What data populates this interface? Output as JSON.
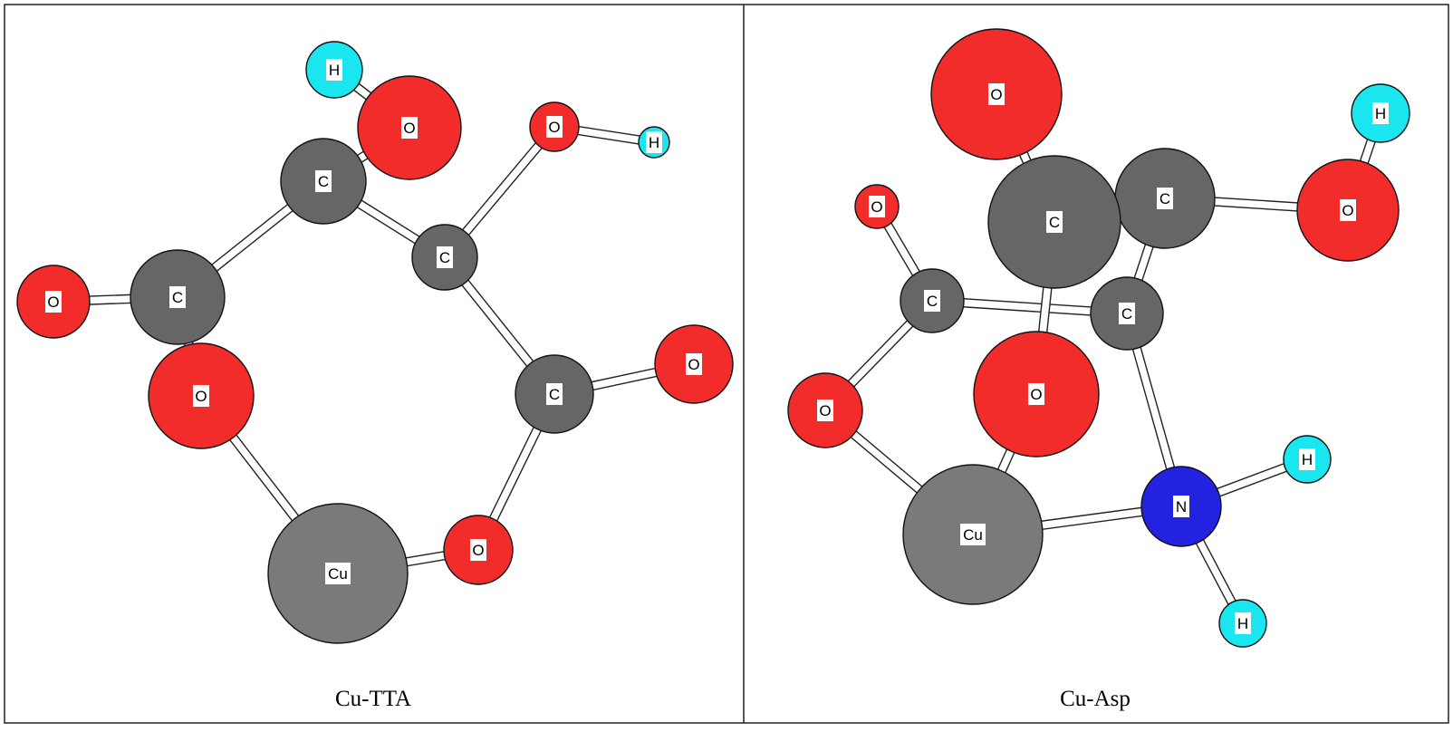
{
  "colors": {
    "O": "#f22b2b",
    "C": "#666666",
    "Cu": "#7a7a7a",
    "H": "#1ae6f0",
    "N": "#2222e0",
    "bond_fill": "#ffffff",
    "bond_stroke": "#222222",
    "frame": "#222222"
  },
  "panels": [
    {
      "id": "cu-tta",
      "caption": "Cu-TTA",
      "atoms": [
        {
          "id": "H1",
          "element": "H",
          "label": "H"
        },
        {
          "id": "O1",
          "element": "O",
          "label": "O"
        },
        {
          "id": "C1",
          "element": "C",
          "label": "C"
        },
        {
          "id": "O2",
          "element": "O",
          "label": "O"
        },
        {
          "id": "H2",
          "element": "H",
          "label": "H"
        },
        {
          "id": "C2",
          "element": "C",
          "label": "C"
        },
        {
          "id": "O3",
          "element": "O",
          "label": "O"
        },
        {
          "id": "C3",
          "element": "C",
          "label": "C"
        },
        {
          "id": "O4",
          "element": "O",
          "label": "O"
        },
        {
          "id": "C4",
          "element": "C",
          "label": "C"
        },
        {
          "id": "O5",
          "element": "O",
          "label": "O"
        },
        {
          "id": "Cu1",
          "element": "Cu",
          "label": "Cu"
        },
        {
          "id": "O6",
          "element": "O",
          "label": "O"
        }
      ],
      "bonds": [
        [
          "H1",
          "O1"
        ],
        [
          "O1",
          "C1"
        ],
        [
          "C1",
          "C3"
        ],
        [
          "C1",
          "C2"
        ],
        [
          "C2",
          "O2"
        ],
        [
          "O2",
          "H2"
        ],
        [
          "C2",
          "C4"
        ],
        [
          "C3",
          "O3"
        ],
        [
          "C3",
          "O4"
        ],
        [
          "C4",
          "O5"
        ],
        [
          "C4",
          "O6"
        ],
        [
          "O4",
          "Cu1"
        ],
        [
          "Cu1",
          "O6"
        ]
      ]
    },
    {
      "id": "cu-asp",
      "caption": "Cu-Asp",
      "atoms": [
        {
          "id": "O1",
          "element": "O",
          "label": "O"
        },
        {
          "id": "H1",
          "element": "H",
          "label": "H"
        },
        {
          "id": "O2",
          "element": "O",
          "label": "O"
        },
        {
          "id": "C1",
          "element": "C",
          "label": "C"
        },
        {
          "id": "C2",
          "element": "C",
          "label": "C"
        },
        {
          "id": "O3",
          "element": "O",
          "label": "O"
        },
        {
          "id": "C3",
          "element": "C",
          "label": "C"
        },
        {
          "id": "C4",
          "element": "C",
          "label": "C"
        },
        {
          "id": "O4",
          "element": "O",
          "label": "O"
        },
        {
          "id": "O5",
          "element": "O",
          "label": "O"
        },
        {
          "id": "H2",
          "element": "H",
          "label": "H"
        },
        {
          "id": "N1",
          "element": "N",
          "label": "N"
        },
        {
          "id": "Cu1",
          "element": "Cu",
          "label": "Cu"
        },
        {
          "id": "H3",
          "element": "H",
          "label": "H"
        }
      ],
      "bonds": [
        [
          "O1",
          "C2"
        ],
        [
          "C2",
          "C1"
        ],
        [
          "C1",
          "O3"
        ],
        [
          "H1",
          "O3"
        ],
        [
          "O2",
          "C3"
        ],
        [
          "C3",
          "C4"
        ],
        [
          "C1",
          "C4"
        ],
        [
          "C2",
          "O5"
        ],
        [
          "C3",
          "O4"
        ],
        [
          "C4",
          "N1"
        ],
        [
          "O4",
          "Cu1"
        ],
        [
          "O5",
          "Cu1"
        ],
        [
          "Cu1",
          "N1"
        ],
        [
          "N1",
          "H2"
        ],
        [
          "N1",
          "H3"
        ]
      ]
    }
  ]
}
